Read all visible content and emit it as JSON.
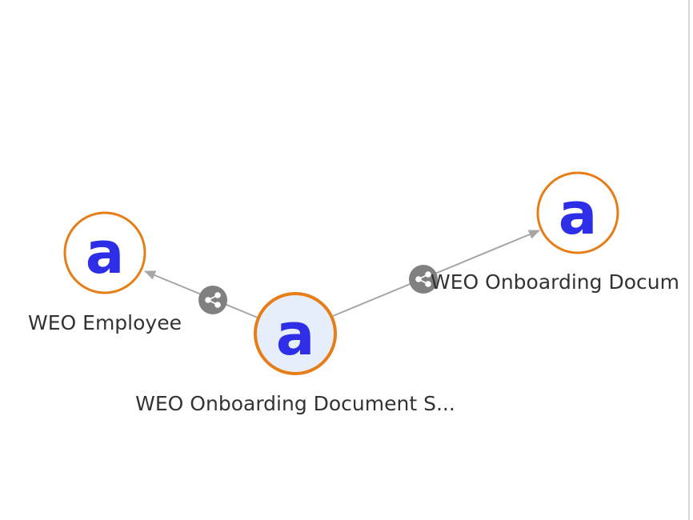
{
  "graph": {
    "colors": {
      "node_border": "#e67e17",
      "node_fill": "#ffffff",
      "node_fill_selected": "#e6eefc",
      "glyph": "#2e2ee6",
      "edge": "#a6a6a6",
      "edge_badge": "#808080",
      "label": "#333333"
    },
    "glyph_char": "a",
    "edge_icon": "share-node-icon",
    "nodes": [
      {
        "id": "employee",
        "label": "WEO Employee"
      },
      {
        "id": "doc-set",
        "label": "WEO Onboarding Document S..."
      },
      {
        "id": "doc",
        "label": "WEO Onboarding Docum"
      }
    ],
    "edges": [
      {
        "from": "doc-set",
        "to": "employee"
      },
      {
        "from": "doc-set",
        "to": "doc"
      }
    ]
  }
}
